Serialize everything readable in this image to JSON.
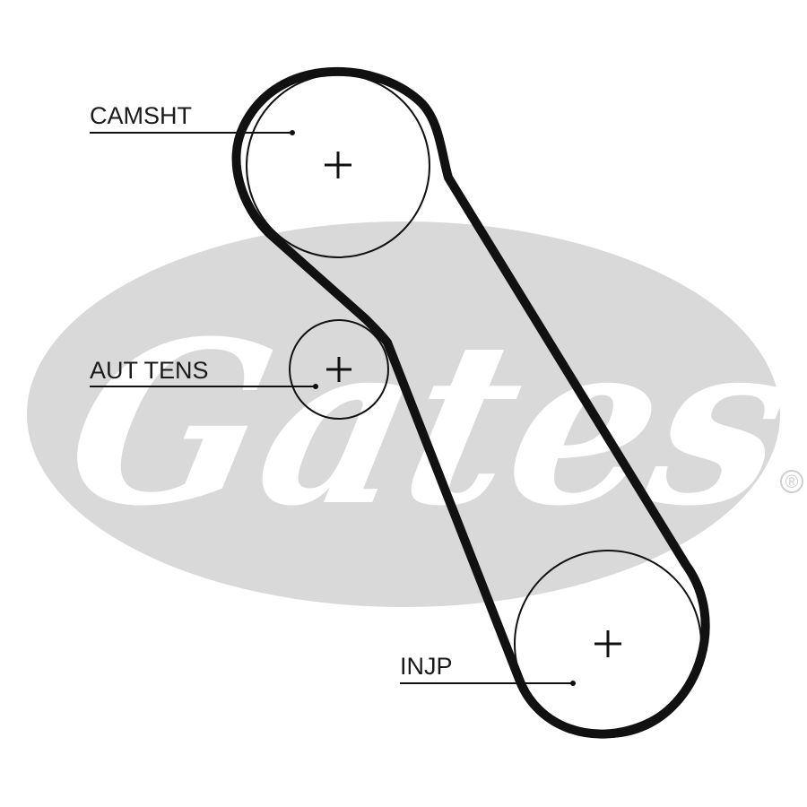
{
  "brand": {
    "name": "Gates",
    "registered_mark": "®",
    "logo_color": "#d9d9d9"
  },
  "diagram": {
    "belt_color": "#111111",
    "pulleys": [
      {
        "id": "camshaft",
        "label": "CAMSHT"
      },
      {
        "id": "tensioner",
        "label": "AUT TENS"
      },
      {
        "id": "injection-pump",
        "label": "INJP"
      }
    ]
  }
}
